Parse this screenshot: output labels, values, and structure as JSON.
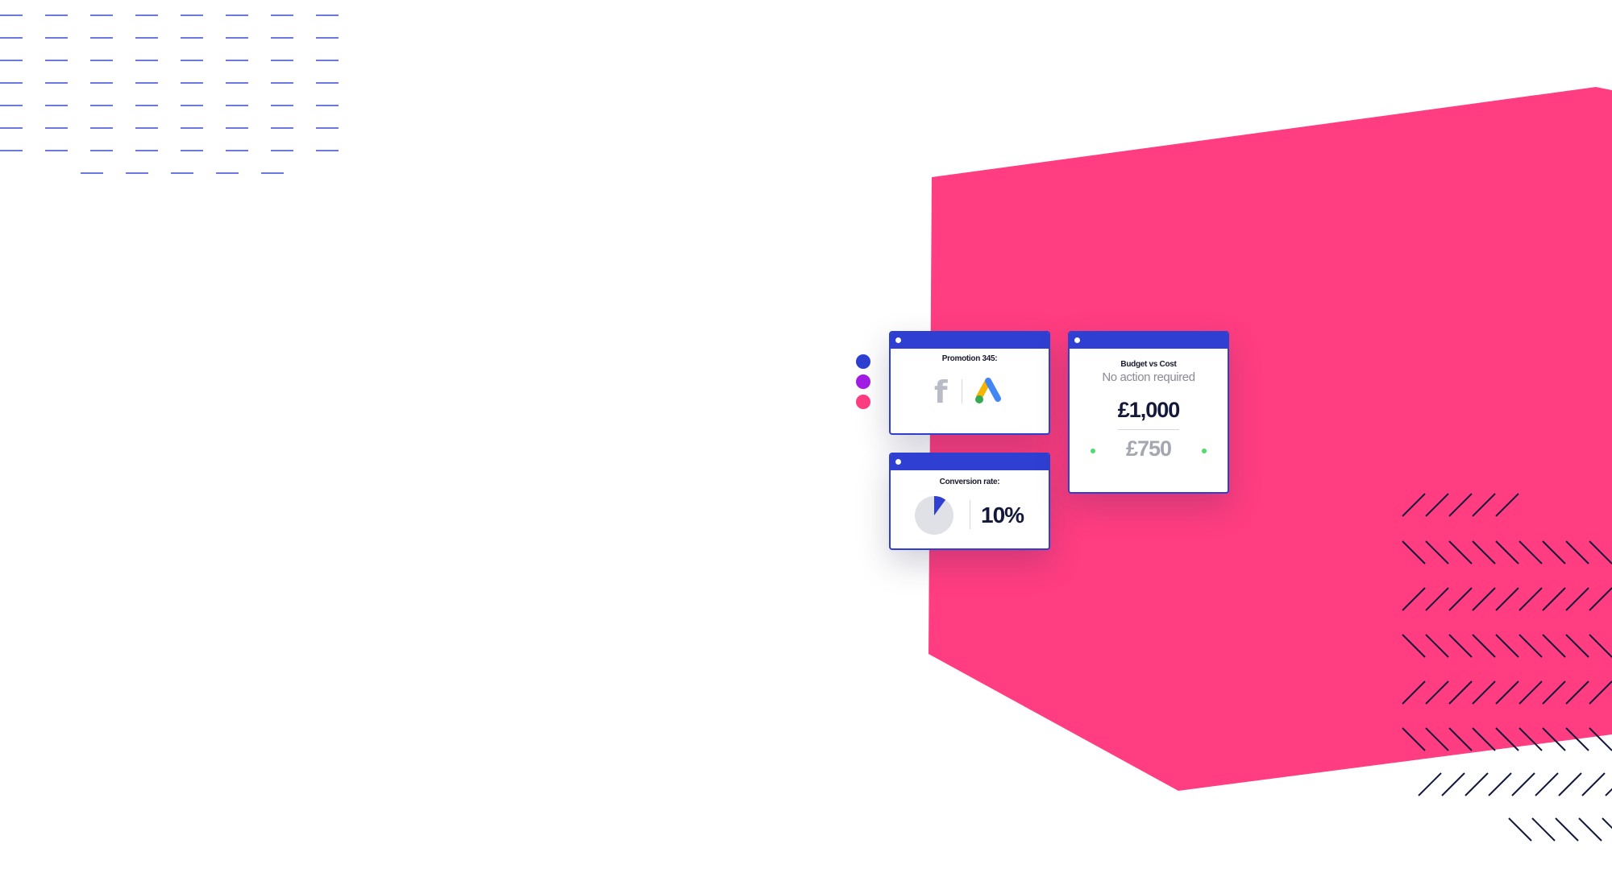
{
  "colors": {
    "brand_blue": "#2f3fd1",
    "pink": "#ff3d80",
    "purple": "#a31ce6",
    "navy": "#14183a",
    "green": "#4ade6a"
  },
  "decor": {
    "legend_dots": [
      "blue",
      "purple",
      "pink"
    ]
  },
  "cards": {
    "promotion": {
      "title": "Promotion 345:",
      "icons": [
        "facebook-icon",
        "google-ads-icon"
      ],
      "facebook_glyph": "f"
    },
    "conversion": {
      "title": "Conversion rate:",
      "value": "10%",
      "rate_fraction": 0.1
    },
    "budget": {
      "title": "Budget vs Cost",
      "status": "No action required",
      "budget_value": "£1,000",
      "cost_value": "£750"
    }
  }
}
